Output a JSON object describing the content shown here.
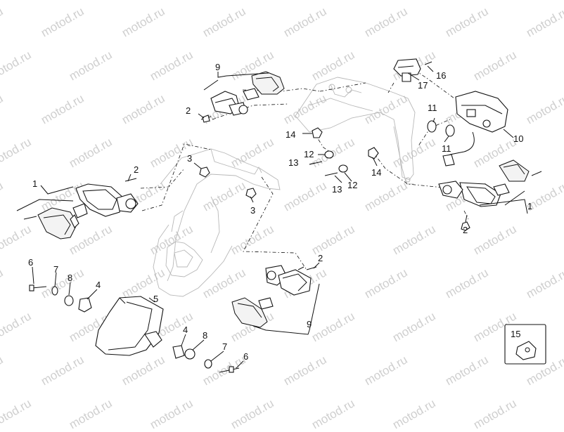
{
  "watermark": {
    "text": "motod.ru"
  },
  "callouts": {
    "c1a": "1",
    "c1b": "1",
    "c2a": "2",
    "c2b": "2",
    "c2c": "2",
    "c2d": "2",
    "c3a": "3",
    "c3b": "3",
    "c4a": "4",
    "c4b": "4",
    "c5": "5",
    "c6a": "6",
    "c6b": "6",
    "c7a": "7",
    "c7b": "7",
    "c8a": "8",
    "c8b": "8",
    "c9a": "9",
    "c9b": "9",
    "c10": "10",
    "c11a": "11",
    "c11b": "11",
    "c12a": "12",
    "c12b": "12",
    "c13a": "13",
    "c13b": "13",
    "c14a": "14",
    "c14b": "14",
    "c15": "15",
    "c16": "16",
    "c17": "17"
  }
}
